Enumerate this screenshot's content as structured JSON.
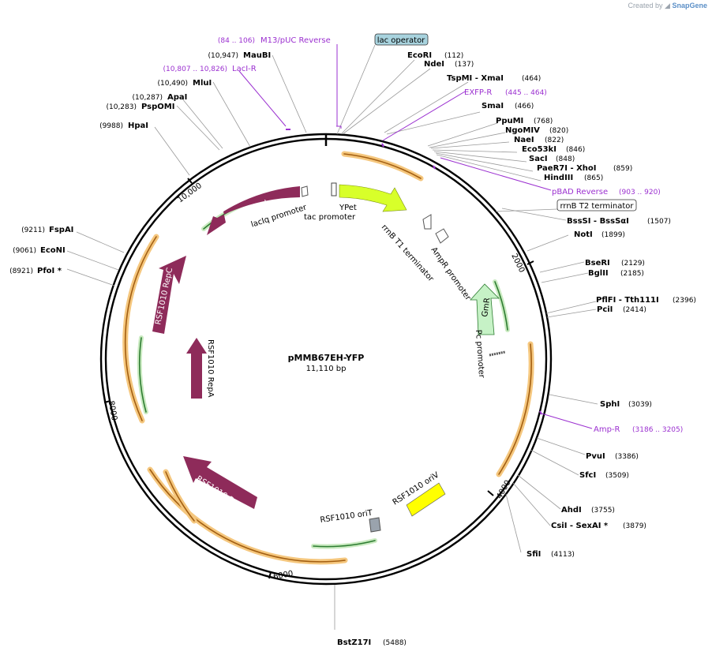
{
  "credit": {
    "prefix": "Created by",
    "brand": "SnapGene"
  },
  "plasmid": {
    "name": "pMMB67EH-YFP",
    "size": "11,110 bp"
  },
  "ring_ticks": [
    "2000",
    "4000",
    "6000",
    "8000",
    "10,000"
  ],
  "sites": [
    {
      "name": "EcoRI",
      "pos": "(112)"
    },
    {
      "name": "NdeI",
      "pos": "(137)"
    },
    {
      "name": "TspMI - XmaI",
      "pos": "(464)"
    },
    {
      "name": "SmaI",
      "pos": "(466)"
    },
    {
      "name": "PpuMI",
      "pos": "(768)"
    },
    {
      "name": "NgoMIV",
      "pos": "(820)"
    },
    {
      "name": "NaeI",
      "pos": "(822)"
    },
    {
      "name": "Eco53kI",
      "pos": "(846)"
    },
    {
      "name": "SacI",
      "pos": "(848)"
    },
    {
      "name": "PaeR7I - XhoI",
      "pos": "(859)"
    },
    {
      "name": "HindIII",
      "pos": "(865)"
    },
    {
      "name": "BssSI - BssSαI",
      "pos": "(1507)"
    },
    {
      "name": "NotI",
      "pos": "(1899)"
    },
    {
      "name": "BseRI",
      "pos": "(2129)"
    },
    {
      "name": "BglII",
      "pos": "(2185)"
    },
    {
      "name": "PflFI - Tth111I",
      "pos": "(2396)"
    },
    {
      "name": "PciI",
      "pos": "(2414)"
    },
    {
      "name": "SphI",
      "pos": "(3039)"
    },
    {
      "name": "PvuI",
      "pos": "(3386)"
    },
    {
      "name": "SfcI",
      "pos": "(3509)"
    },
    {
      "name": "AhdI",
      "pos": "(3755)"
    },
    {
      "name": "CsiI - SexAI *",
      "pos": "(3879)"
    },
    {
      "name": "SfiI",
      "pos": "(4113)"
    },
    {
      "name": "BstZ17I",
      "pos": "(5488)"
    },
    {
      "name": "PfoI *",
      "pos": "(8921)"
    },
    {
      "name": "EcoNI",
      "pos": "(9061)"
    },
    {
      "name": "FspAI",
      "pos": "(9211)"
    },
    {
      "name": "HpaI",
      "pos": "(9988)"
    },
    {
      "name": "PspOMI",
      "pos": "(10,283)"
    },
    {
      "name": "ApaI",
      "pos": "(10,287)"
    },
    {
      "name": "MluI",
      "pos": "(10,490)"
    },
    {
      "name": "MauBI",
      "pos": "(10,947)"
    }
  ],
  "primers": [
    {
      "name": "M13/pUC Reverse",
      "pos": "(84 .. 106)"
    },
    {
      "name": "LacI-R",
      "pos": "(10,807 .. 10,826)"
    },
    {
      "name": "EXFP-R",
      "pos": "(445 .. 464)"
    },
    {
      "name": "pBAD Reverse",
      "pos": "(903 .. 920)"
    },
    {
      "name": "Amp-R",
      "pos": "(3186 .. 3205)"
    }
  ],
  "boxed_features": [
    {
      "name": "lac operator",
      "fill": "#a8d3de"
    },
    {
      "name": "rrnB T2 terminator",
      "fill": "#ffffff"
    }
  ],
  "feature_labels": {
    "lacI": "lacI",
    "lacIq_promoter": "lacIq promoter",
    "tac_promoter": "tac promoter",
    "ypet": "YPet",
    "rrnB_t1": "rrnB T1 terminator",
    "ampr_promoter": "AmpR promoter",
    "gmr": "GmR",
    "pc_promoter": "Pc promoter",
    "repc": "RSF1010 RepC",
    "repa": "RSF1010 RepA",
    "repb": "RSF1010 RepB",
    "orit": "RSF1010 oriT",
    "oriv": "RSF1010 oriV"
  },
  "colors": {
    "cds": "#8e2b5a",
    "ypet": "#d8ff2a",
    "gmr": "#c6f2c6",
    "oriv": "#ffff00",
    "orit": "#9aa3ad",
    "primer": "#9b30d0",
    "orf_orange": "#f5a623",
    "orf_green": "#43a047"
  }
}
